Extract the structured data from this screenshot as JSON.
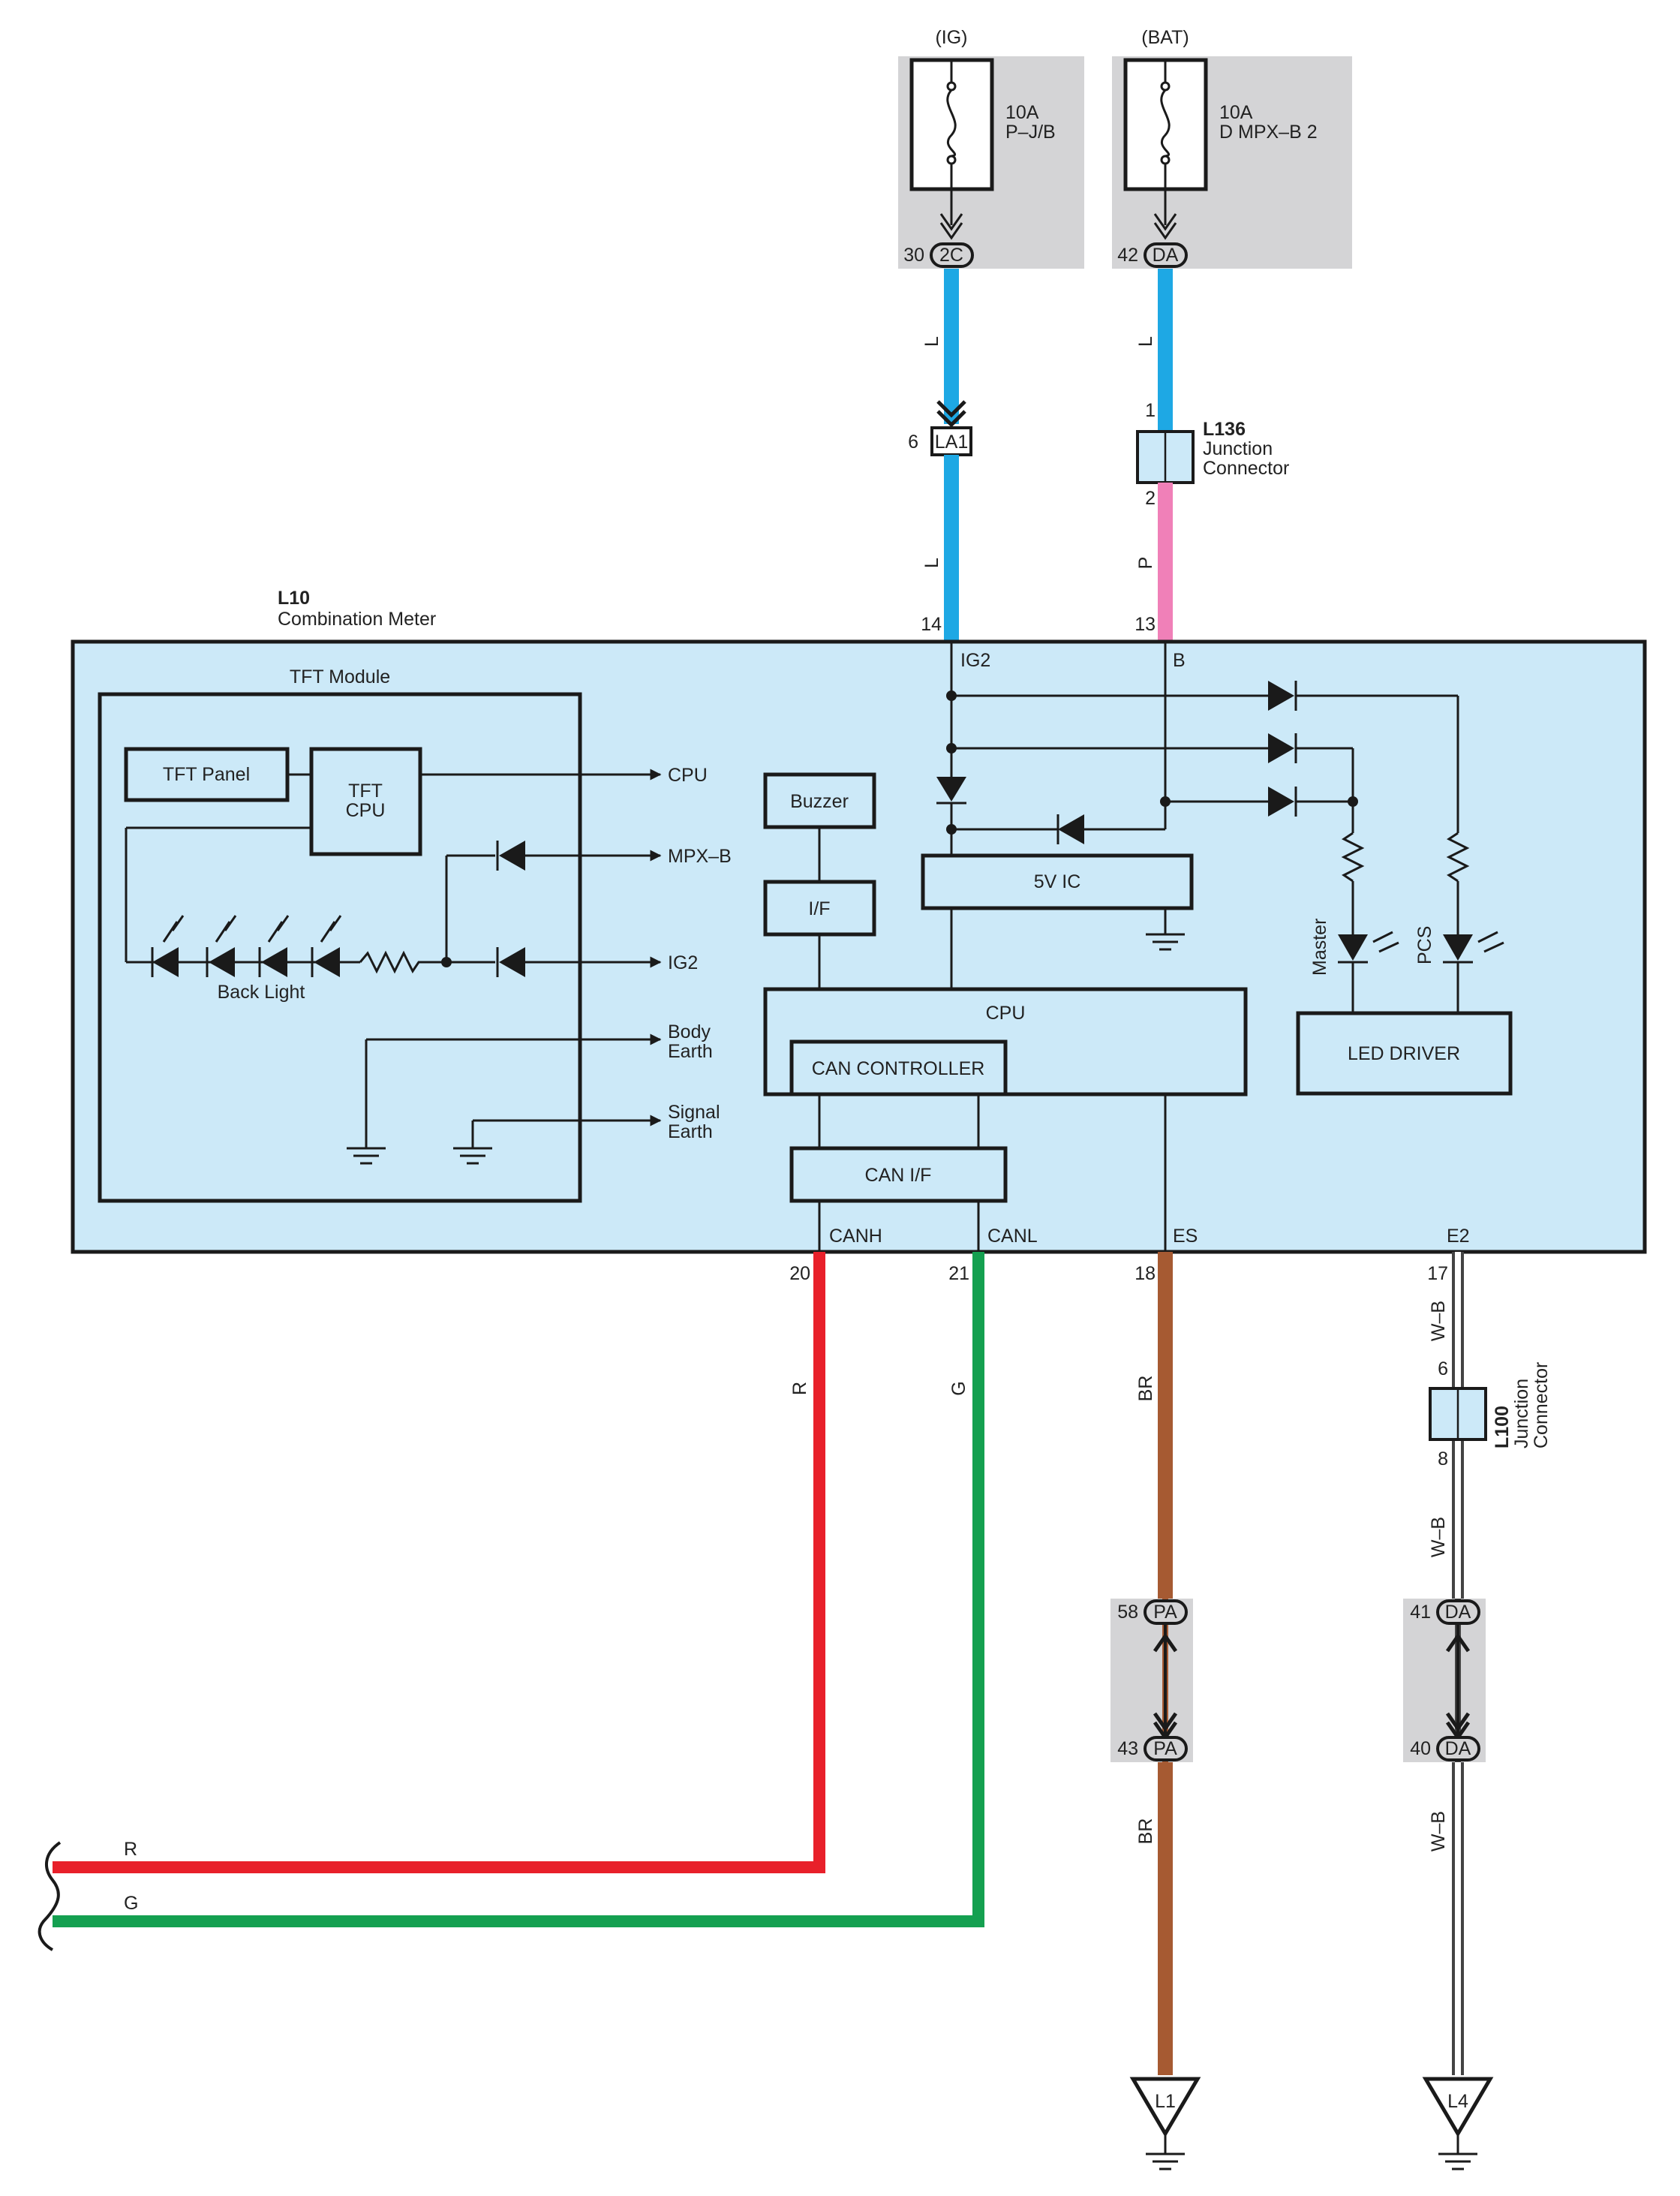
{
  "fuses": [
    {
      "id": "ig",
      "source": "(IG)",
      "rating": "10A",
      "name": "P–J/B",
      "pin": "30",
      "connector": "2C"
    },
    {
      "id": "bat",
      "source": "(BAT)",
      "rating": "10A",
      "name": "D MPX–B 2",
      "pin": "42",
      "connector": "DA"
    }
  ],
  "connectors": {
    "la1": {
      "pin": "6",
      "label": "LA1"
    },
    "l136": {
      "code": "L136",
      "line1": "Junction",
      "line2": "Connector",
      "pin_top": "1",
      "pin_bottom": "2"
    },
    "l100": {
      "code": "L100",
      "line1": "Junction",
      "line2": "Connector",
      "pin_top": "6",
      "pin_bottom": "8"
    },
    "pa_top": {
      "pin": "58",
      "label": "PA"
    },
    "pa_bottom": {
      "pin": "43",
      "label": "PA"
    },
    "da_top": {
      "pin": "41",
      "label": "DA"
    },
    "da_bottom": {
      "pin": "40",
      "label": "DA"
    }
  },
  "wire_colors": {
    "ig_upper": "L",
    "ig_lower": "L",
    "bat_upper": "L",
    "bat_lower": "P",
    "canh": "R",
    "canl": "G",
    "es_upper": "BR",
    "es_lower": "BR",
    "e2_upper": "W–B",
    "e2_middle": "W–B",
    "e2_lower": "W–B",
    "bus_r": "R",
    "bus_g": "G"
  },
  "colors": {
    "L": "#1ea8e4",
    "P": "#f080b8",
    "R": "#e8202a",
    "G": "#14a050",
    "BR": "#a65a32",
    "WB_outline": "#444444",
    "module_fill": "#cce9f8",
    "fuse_bg": "#d4d4d6"
  },
  "meter": {
    "code": "L10",
    "name": "Combination Meter",
    "pins": {
      "ig2": {
        "num": "14",
        "label": "IG2"
      },
      "b": {
        "num": "13",
        "label": "B"
      },
      "canh": {
        "num": "20",
        "label": "CANH"
      },
      "canl": {
        "num": "21",
        "label": "CANL"
      },
      "es": {
        "num": "18",
        "label": "ES"
      },
      "e2": {
        "num": "17",
        "label": "E2"
      }
    },
    "tft_module": {
      "title": "TFT Module",
      "panel": "TFT Panel",
      "cpu_line1": "TFT",
      "cpu_line2": "CPU",
      "backlight": "Back Light",
      "out_cpu": "CPU",
      "out_mpxb": "MPX–B",
      "out_ig2": "IG2",
      "body_earth_1": "Body",
      "body_earth_2": "Earth",
      "signal_earth_1": "Signal",
      "signal_earth_2": "Earth"
    },
    "buzzer": "Buzzer",
    "buzzer_if": "I/F",
    "regulator": "5V IC",
    "cpu": "CPU",
    "can_controller": "CAN CONTROLLER",
    "can_if": "CAN I/F",
    "led_driver": "LED DRIVER",
    "led_master": "Master",
    "led_pcs": "PCS"
  },
  "grounds": {
    "l1": "L1",
    "l4": "L4"
  }
}
